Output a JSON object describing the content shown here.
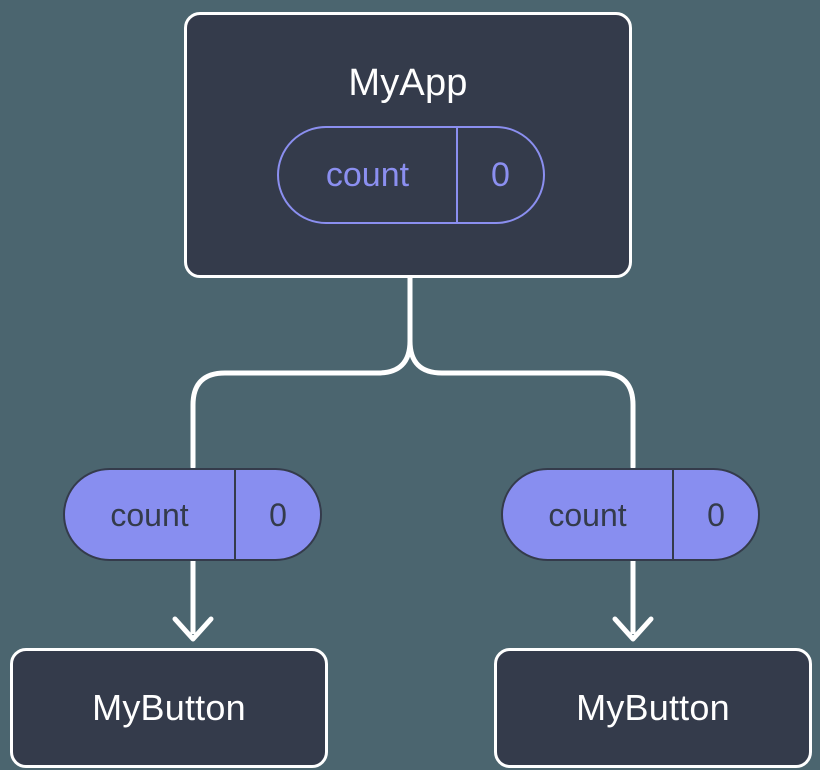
{
  "diagram": {
    "title": "React state propagation diagram",
    "background_color": "#4b656f",
    "colors": {
      "canvas": "#4b656f",
      "node_fill": "#343b4b",
      "node_border": "#ffffff",
      "state_accent": "#888ef0",
      "state_outline": "#8b8ff0",
      "edge": "#ffffff",
      "node_text": "#ffffff",
      "pill_filled_text": "#343b4b"
    }
  },
  "nodes": {
    "root": {
      "label": "MyApp",
      "state": {
        "key": "count",
        "value": "0"
      }
    },
    "children": [
      {
        "label": "MyButton",
        "state": {
          "key": "count",
          "value": "0"
        }
      },
      {
        "label": "MyButton",
        "state": {
          "key": "count",
          "value": "0"
        }
      }
    ]
  },
  "edges": {
    "split_label": "",
    "arrow_left_label": "",
    "arrow_right_label": ""
  }
}
